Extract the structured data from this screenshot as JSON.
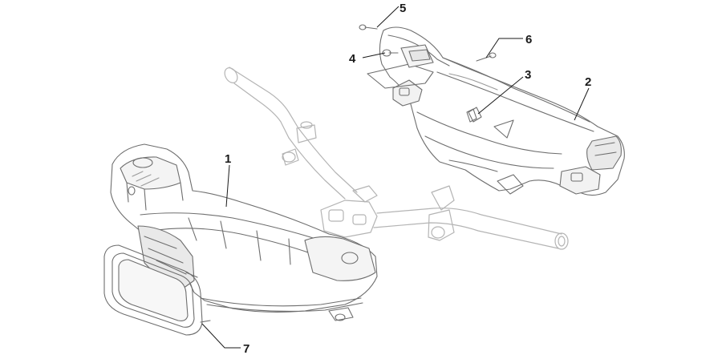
{
  "callouts": [
    {
      "id": "1",
      "label": "1"
    },
    {
      "id": "2",
      "label": "2"
    },
    {
      "id": "3",
      "label": "3"
    },
    {
      "id": "4",
      "label": "4"
    },
    {
      "id": "5",
      "label": "5"
    },
    {
      "id": "6",
      "label": "6"
    },
    {
      "id": "7",
      "label": "7"
    }
  ],
  "colors": {
    "outline": "#6e6e6e",
    "ghost": "#b4b4b4",
    "shade": "#d9d9d9",
    "label": "#1a1a1a"
  }
}
